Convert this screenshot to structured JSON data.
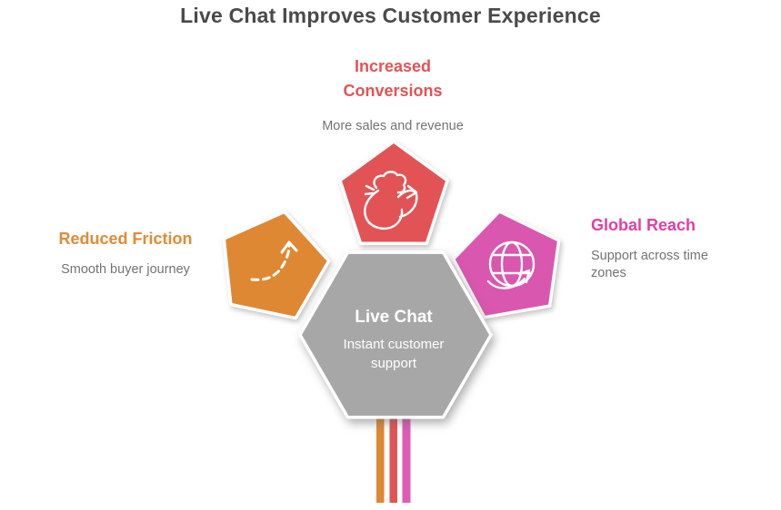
{
  "title": "Live Chat Improves Customer Experience",
  "colors": {
    "title_text": "#4a4a4a",
    "subtitle_text": "#737373",
    "red": "#e25355",
    "orange": "#de8833",
    "pink": "#d957ae",
    "orange_heading": "#e08b36",
    "pink_heading": "#e03fa4",
    "hexagon_gray": "#a7a7a7",
    "icon_stroke": "#ffffff"
  },
  "center_node": {
    "heading": "Live Chat",
    "subtitle": "Instant customer support"
  },
  "nodes": {
    "increased": {
      "heading": "Increased\nConversions",
      "subtitle": "More sales and revenue",
      "icon": "money-bag-exchange-icon"
    },
    "reduced": {
      "heading": "Reduced Friction",
      "subtitle": "Smooth buyer journey",
      "icon": "dashed-growth-arrow-icon"
    },
    "global": {
      "heading": "Global Reach",
      "subtitle": "Support across time zones",
      "icon": "globe-arrow-icon"
    }
  },
  "stripes": {
    "colors": [
      "#de8833",
      "#e25355",
      "#dd5cb4"
    ]
  }
}
